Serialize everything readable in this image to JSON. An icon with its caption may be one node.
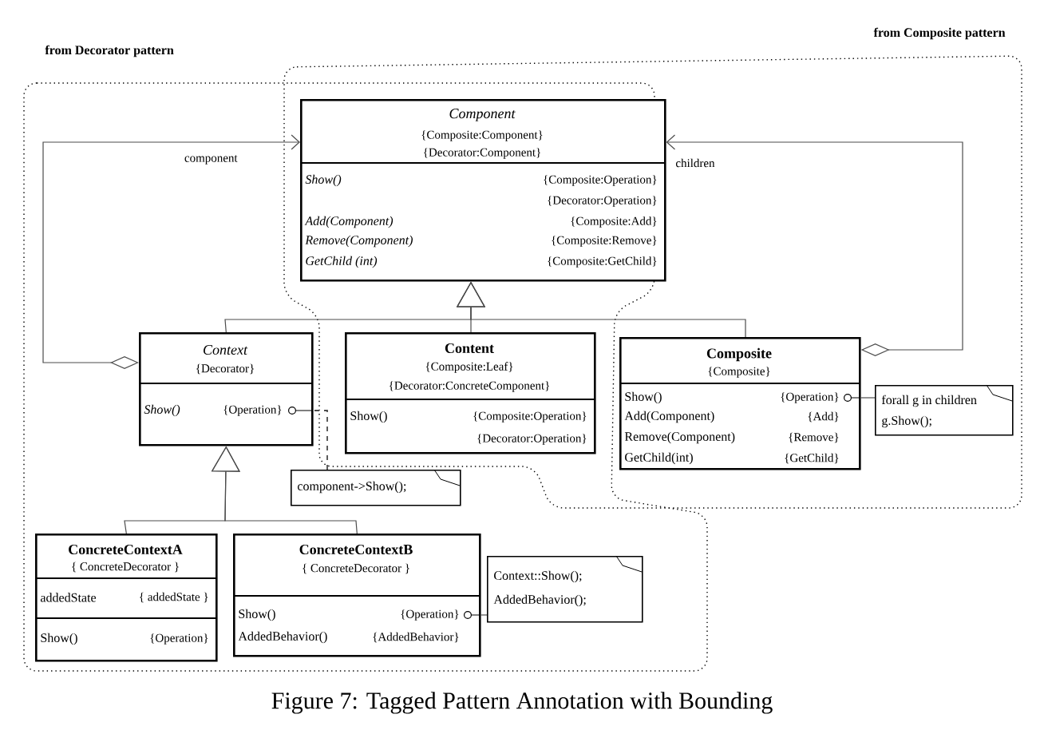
{
  "diagram": {
    "caption": "Figure 7: Tagged Pattern Annotation with Bounding",
    "nodes": [
      {
        "text": [
          "Component",
          "{Composite:Component}",
          "{Decorator:Component}",
          "Show()",
          "{Composite:Operation}",
          "{Decorator:Operation}",
          "Add(Component)",
          "{Composite:Add}",
          "Remove(Component)",
          "{Composite:Remove}",
          "GetChild (int)",
          "{Composite:GetChild}"
        ]
      },
      {
        "text": [
          "Context",
          "{Decorator}",
          "Show()",
          "{Operation}"
        ]
      },
      {
        "text": [
          "Content",
          "{Composite:Leaf}",
          "{Decorator:ConcreteComponent}",
          "Show()",
          "{Composite:Operation}",
          "{Decorator:Operation}"
        ]
      },
      {
        "text": [
          "Composite",
          "{Composite}",
          "Show()",
          "{Operation}",
          "Add(Component)",
          "{Add}",
          "Remove(Component)",
          "{Remove}",
          "GetChild(int)",
          "{GetChild}"
        ]
      },
      {
        "text": [
          "ConcreteContextA",
          "{ ConcreteDecorator }",
          "addedState",
          "{ addedState }",
          "Show()",
          "{Operation}"
        ]
      },
      {
        "text": [
          "ConcreteContextB",
          "{ ConcreteDecorator }",
          "Show()",
          "{Operation}",
          "AddedBehavior()",
          "{AddedBehavior}"
        ]
      },
      {
        "text": [
          "component->Show();"
        ]
      },
      {
        "text": [
          "forall g in children",
          "g.Show();"
        ]
      },
      {
        "text": [
          "Context::Show();",
          "AddedBehavior();"
        ]
      }
    ],
    "edges": [
      {
        "from": 1,
        "to": 0,
        "arrow": "to",
        "label": "component"
      },
      {
        "from": 3,
        "to": 0,
        "arrow": "to",
        "label": "children"
      },
      {
        "from": 1,
        "to": 0,
        "arrow": "to"
      },
      {
        "from": 2,
        "to": 0,
        "arrow": "to"
      },
      {
        "from": 3,
        "to": 0,
        "arrow": "to"
      },
      {
        "from": 4,
        "to": 1,
        "arrow": "to"
      },
      {
        "from": 5,
        "to": 1,
        "arrow": "to"
      },
      {
        "from": 6,
        "to": 1,
        "arrow": "none",
        "style": "dashed"
      },
      {
        "from": 7,
        "to": 3,
        "arrow": "none"
      },
      {
        "from": 8,
        "to": 5,
        "arrow": "none"
      }
    ],
    "labels": [
      "from Decorator pattern",
      "from Composite pattern"
    ]
  }
}
